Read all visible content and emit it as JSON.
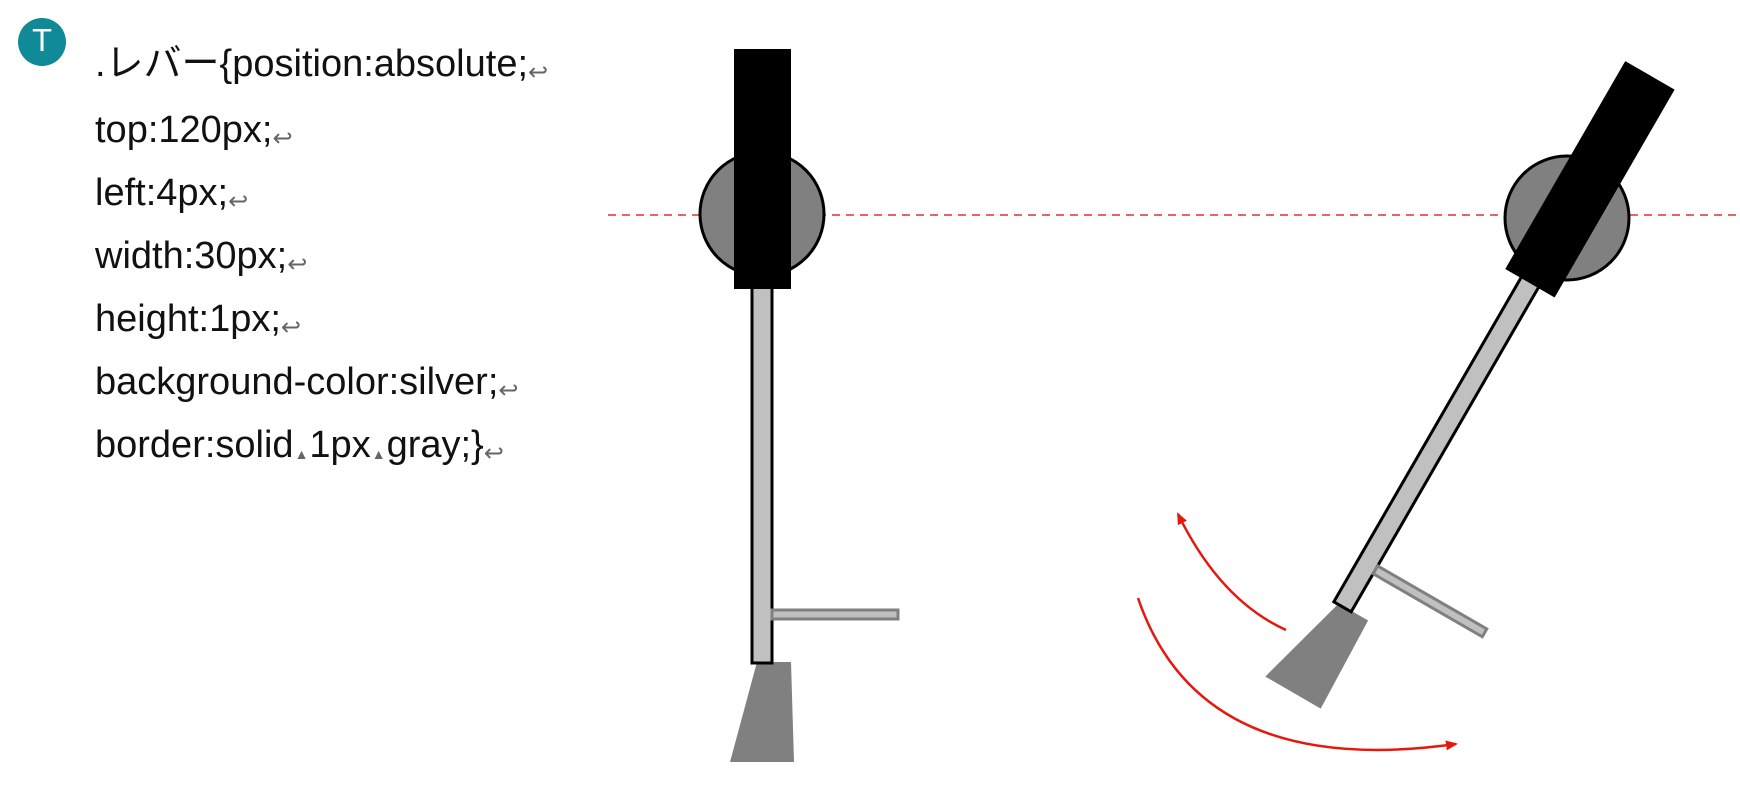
{
  "badge": {
    "letter": "T"
  },
  "code_lines": [
    {
      "parts": [
        ".レバー{position:absolute;"
      ],
      "end_mark": "return-mark"
    },
    {
      "parts": [
        "top:120px;"
      ],
      "end_mark": "return-mark"
    },
    {
      "parts": [
        "left:4px;"
      ],
      "end_mark": "return-mark"
    },
    {
      "parts": [
        "width:30px;"
      ],
      "end_mark": "return-mark"
    },
    {
      "parts": [
        "height:1px;"
      ],
      "end_mark": "return-mark"
    },
    {
      "parts": [
        "background-color:silver;"
      ],
      "end_mark": "return-mark"
    },
    {
      "parts": [
        "border:solid",
        "1px",
        "gray;}"
      ],
      "end_mark": "return-mark"
    }
  ],
  "colors": {
    "badge": "#0f8a96",
    "knob": "#000000",
    "pivot": "#808080",
    "rod": "#c0c0c0",
    "rod_border": "#000000",
    "weight": "#808080",
    "lever": "#c0c0c0",
    "lever_border": "#808080",
    "guide_line": "#e03030",
    "arrow": "#e8160c"
  },
  "icons": {
    "return": "return-arrow-icon",
    "space": "space-triangle-icon"
  }
}
